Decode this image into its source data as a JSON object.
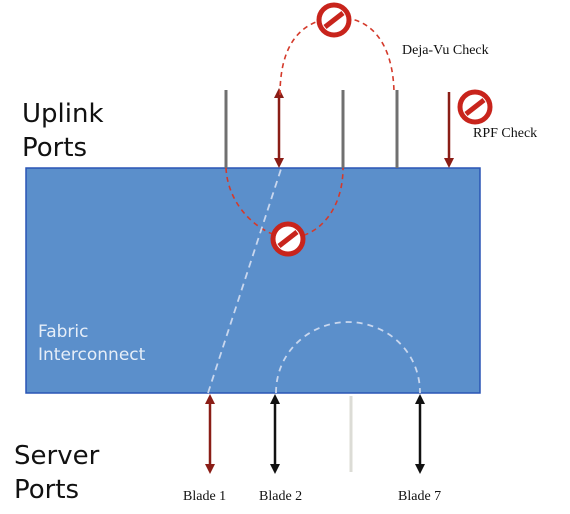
{
  "labels": {
    "uplink_line1": "Uplink",
    "uplink_line2": "Ports",
    "server_line1": "Server",
    "server_line2": "Ports",
    "fabric_line1": "Fabric",
    "fabric_line2": "Interconnect",
    "deja_vu": "Deja-Vu Check",
    "rpf": "RPF Check",
    "blade1": "Blade 1",
    "blade2": "Blade 2",
    "blade7": "Blade 7"
  },
  "colors": {
    "fabric_fill": "#5b8fcb",
    "fabric_border": "#2a55b5",
    "arrow_red": "#8a1d16",
    "arrow_black": "#111111",
    "dashed_red": "#d43a2b",
    "dashed_light": "#c9d7ee",
    "port_gray": "#707070",
    "block_icon": "#c8241c"
  }
}
